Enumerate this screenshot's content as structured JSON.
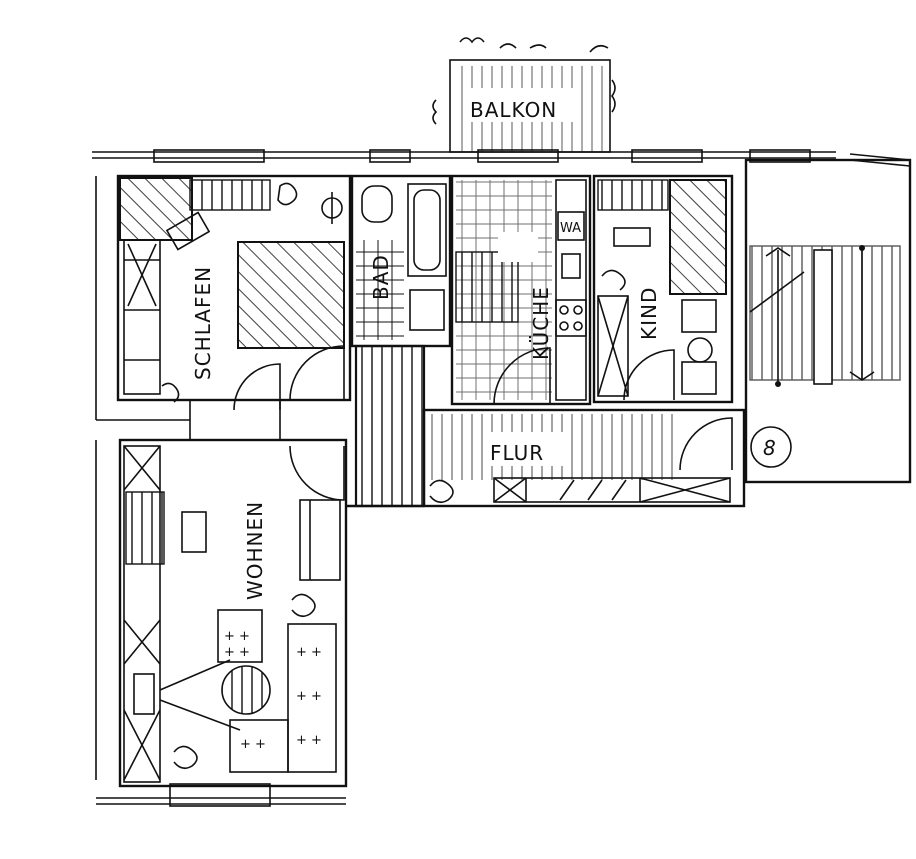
{
  "rooms": {
    "balcony": "BALKON",
    "bedroom": "SCHLAFEN",
    "bathroom": "BAD",
    "kitchen": "KÜCHE",
    "child_room": "KIND",
    "hallway": "FLUR",
    "living_room": "WOHNEN"
  },
  "fixtures": {
    "wash_basin": "WA"
  },
  "stair_number": "8"
}
